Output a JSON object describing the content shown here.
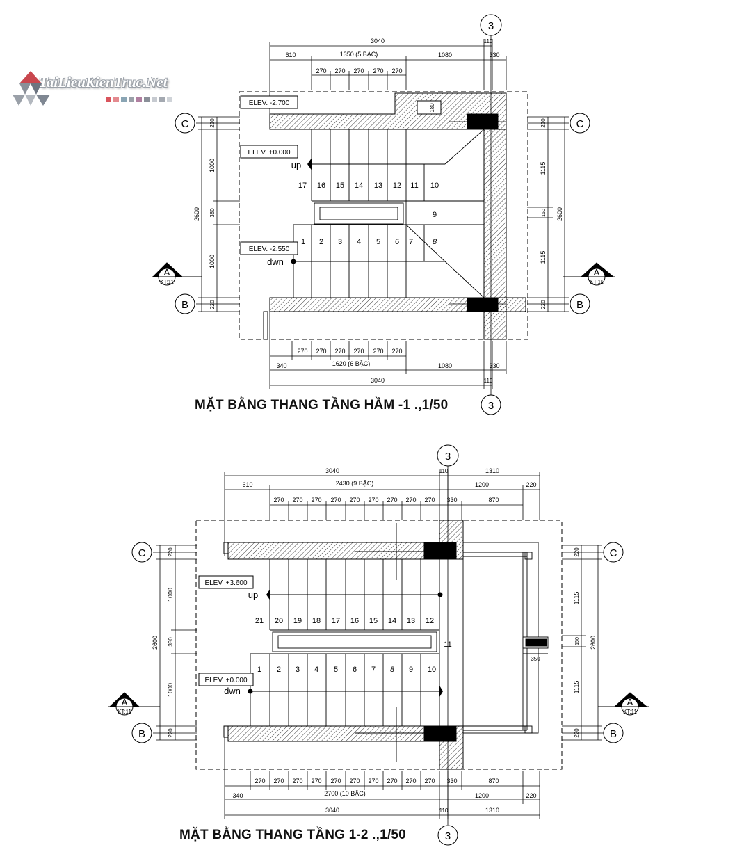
{
  "watermark": {
    "text": "TaiLieuKienTruc.Net"
  },
  "plan1": {
    "title": "MẶT BẰNG THANG TẦNG HẦM -1  .,1/50",
    "grid": {
      "col": "3",
      "row_top": "C",
      "row_bottom": "B"
    },
    "section": {
      "letter": "A",
      "sheet": "KT:11"
    },
    "dims_top": {
      "total": "3040",
      "d610": "610",
      "d1350": "1350 (5 BẬC)",
      "d1080": "1080",
      "d110": "110",
      "d330": "330",
      "tread": "270"
    },
    "dims_bottom": {
      "total": "3040",
      "d340": "340",
      "d1620": "1620 (6 BẬC)",
      "d1080": "1080",
      "d110": "110",
      "d330": "330",
      "tread": "270"
    },
    "dims_left": {
      "d220": "220",
      "d1000": "1000",
      "d380": "380",
      "d2600": "2600"
    },
    "dims_right": {
      "d220": "220",
      "d1115": "1115",
      "d150": "150",
      "d2600": "2600"
    },
    "dim_180": "180",
    "elev": {
      "a": "ELEV. -2.700",
      "b": "ELEV. +0.000",
      "c": "ELEV. -2.550"
    },
    "up": "up",
    "dwn": "dwn",
    "steps_top": [
      "17",
      "16",
      "15",
      "14",
      "13",
      "12",
      "11",
      "10"
    ],
    "steps_bottom": [
      "1",
      "2",
      "3",
      "4",
      "5",
      "6",
      "7",
      "8"
    ],
    "step_9": "9"
  },
  "plan2": {
    "title": "MẶT BẰNG THANG TẦNG 1-2  .,1/50",
    "grid": {
      "col": "3",
      "row_top": "C",
      "row_bottom": "B"
    },
    "section": {
      "letter": "A",
      "sheet": "KT:11"
    },
    "dims_top": {
      "total": "3040",
      "d1310": "1310",
      "d110": "110",
      "d610": "610",
      "d2430": "2430 (9 BẬC)",
      "d1200": "1200",
      "d220": "220",
      "tread": "270",
      "d330": "330",
      "d870": "870"
    },
    "dims_bottom": {
      "total": "3040",
      "d1310": "1310",
      "d110": "110",
      "d340": "340",
      "d2700": "2700 (10 BẬC)",
      "d1200": "1200",
      "d220": "220",
      "tread": "270",
      "d330": "330",
      "d870": "870"
    },
    "dims_left": {
      "d220": "220",
      "d1000": "1000",
      "d380": "380",
      "d2600": "2600"
    },
    "dims_right": {
      "d220": "220",
      "d1115": "1115",
      "d150": "150",
      "d2600": "2600"
    },
    "dim_350": "350",
    "elev": {
      "a": "ELEV. +3.600",
      "b": "ELEV. +0.000"
    },
    "up": "up",
    "dwn": "dwn",
    "steps_top": [
      "21",
      "20",
      "19",
      "18",
      "17",
      "16",
      "15",
      "14",
      "13",
      "12"
    ],
    "steps_bottom": [
      "1",
      "2",
      "3",
      "4",
      "5",
      "6",
      "7",
      "8",
      "9",
      "10"
    ],
    "step_11": "11"
  }
}
